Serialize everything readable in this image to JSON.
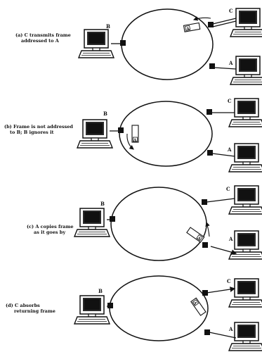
{
  "diagram": {
    "panels": [
      {
        "caption_lines": [
          "(a) C transmits frame",
          "addressed to A"
        ],
        "station_labels": {
          "b": "B",
          "c": "C",
          "a": "A"
        },
        "frame_label": "A"
      },
      {
        "caption_lines": [
          "(b) Frame is not addressed",
          "to B; B ignores it"
        ],
        "station_labels": {
          "b": "B",
          "c": "C",
          "a": "A"
        },
        "frame_label": "A"
      },
      {
        "caption_lines": [
          "(c) A copies frame",
          "as it goes by"
        ],
        "station_labels": {
          "b": "B",
          "c": "C",
          "a": "A"
        },
        "frame_label": "A"
      },
      {
        "caption_lines": [
          "(d) C absorbs",
          "returning frame"
        ],
        "station_labels": {
          "b": "B",
          "c": "C",
          "a": "A"
        },
        "frame_label": "A"
      }
    ]
  }
}
